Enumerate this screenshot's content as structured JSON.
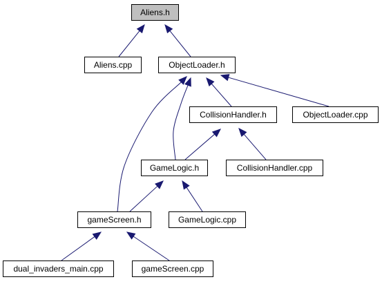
{
  "graph": {
    "colors": {
      "edge": "#191970",
      "root_fill": "#bfbfbf",
      "node_fill": "#ffffff",
      "border": "#000000",
      "text": "#000000"
    },
    "nodes": [
      {
        "id": "aliens_h",
        "label": "Aliens.h",
        "root": true
      },
      {
        "id": "aliens_cpp",
        "label": "Aliens.cpp"
      },
      {
        "id": "objectloader_h",
        "label": "ObjectLoader.h"
      },
      {
        "id": "collisionhandler_h",
        "label": "CollisionHandler.h"
      },
      {
        "id": "objectloader_cpp",
        "label": "ObjectLoader.cpp"
      },
      {
        "id": "gamelogic_h",
        "label": "GameLogic.h"
      },
      {
        "id": "collisionhandler_cpp",
        "label": "CollisionHandler.cpp"
      },
      {
        "id": "gamescreen_h",
        "label": "gameScreen.h"
      },
      {
        "id": "gamelogic_cpp",
        "label": "GameLogic.cpp"
      },
      {
        "id": "dual_invaders_main_cpp",
        "label": "dual_invaders_main.cpp"
      },
      {
        "id": "gamescreen_cpp",
        "label": "gameScreen.cpp"
      }
    ],
    "edges": [
      {
        "from": "aliens_cpp",
        "to": "aliens_h"
      },
      {
        "from": "objectloader_h",
        "to": "aliens_h"
      },
      {
        "from": "collisionhandler_h",
        "to": "objectloader_h"
      },
      {
        "from": "objectloader_cpp",
        "to": "objectloader_h"
      },
      {
        "from": "gamelogic_h",
        "to": "objectloader_h"
      },
      {
        "from": "gamescreen_h",
        "to": "objectloader_h"
      },
      {
        "from": "gamelogic_h",
        "to": "collisionhandler_h"
      },
      {
        "from": "collisionhandler_cpp",
        "to": "collisionhandler_h"
      },
      {
        "from": "gamescreen_h",
        "to": "gamelogic_h"
      },
      {
        "from": "gamelogic_cpp",
        "to": "gamelogic_h"
      },
      {
        "from": "dual_invaders_main_cpp",
        "to": "gamescreen_h"
      },
      {
        "from": "gamescreen_cpp",
        "to": "gamescreen_h"
      }
    ]
  }
}
